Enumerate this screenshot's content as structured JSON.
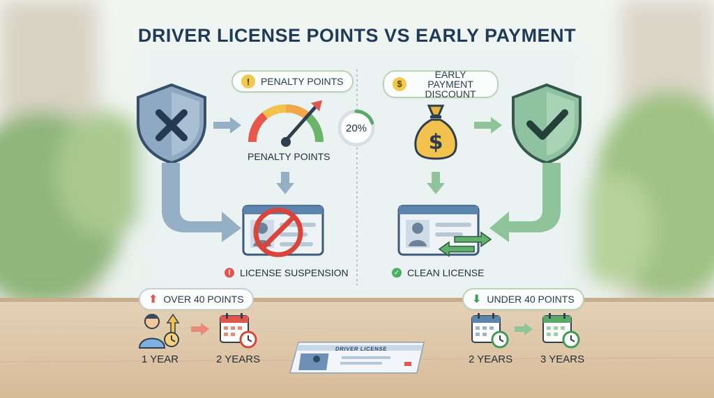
{
  "title": "DRIVER LICENSE POINTS VS EARLY PAYMENT",
  "left": {
    "badge": "PENALTY POINTS",
    "gauge_label": "PENALTY POINTS",
    "gauge_percent": "20%",
    "gauge_progress": 0.2,
    "outcome": "LICENSE SUSPENSION",
    "threshold": "OVER 40 POINTS",
    "from_period": "1 YEAR",
    "to_period": "2 YEARS"
  },
  "right": {
    "badge": "EARLY PAYMENT DISCOUNT",
    "outcome": "CLEAN LICENSE",
    "threshold": "UNDER 40 POINTS",
    "from_period": "2 YEARS",
    "to_period": "3 YEARS"
  },
  "license_card": "DRIVER LICENSE",
  "colors": {
    "title": "#1f3b57",
    "penalty_arrow": "#95b0c5",
    "discount_arrow": "#8fc39a",
    "danger": "#e0574f",
    "success": "#4caf6a"
  },
  "icons": [
    "x-shield-icon",
    "check-shield-icon",
    "gauge-icon",
    "money-bag-icon",
    "warning-icon",
    "dollar-icon",
    "up-arrow-icon",
    "down-arrow-icon",
    "calendar-icon",
    "clock-icon",
    "person-icon",
    "no-sign-icon",
    "swap-arrows-icon"
  ]
}
